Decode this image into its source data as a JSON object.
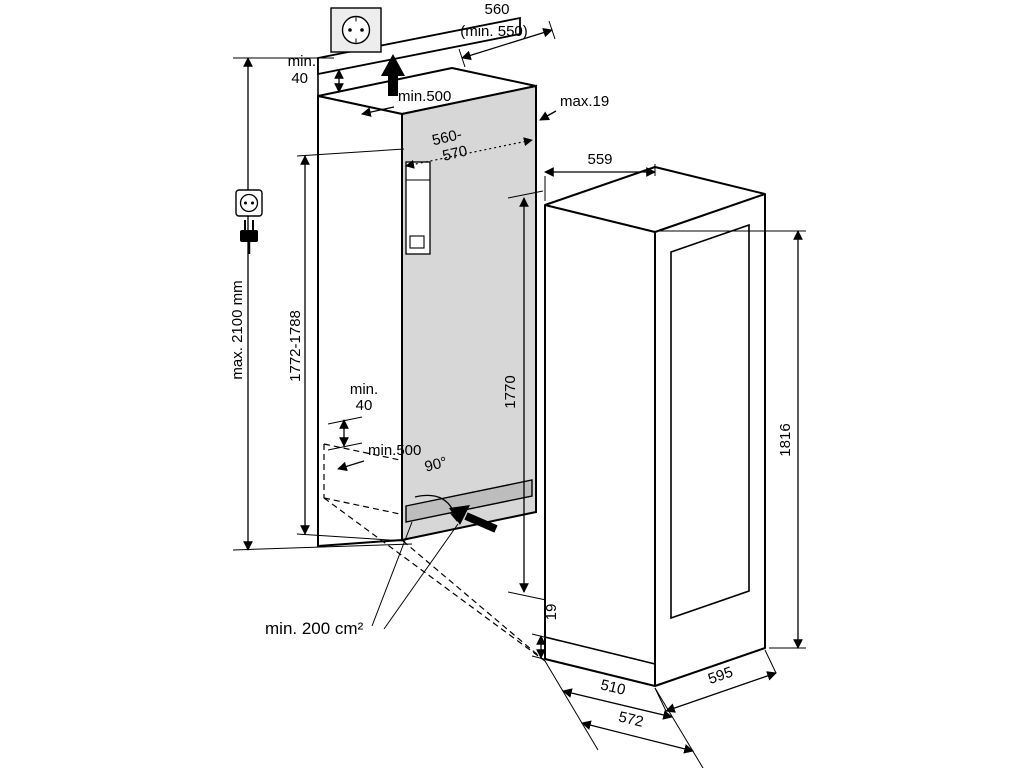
{
  "diagram": {
    "title": "Built-in appliance niche installation drawing",
    "colors": {
      "line": "#000000",
      "background": "#ffffff",
      "niche_opening_fill": "#d7d7d7",
      "vent_strip_fill": "#bdbdbd",
      "socket_fill": "#ededed"
    },
    "labels": {
      "top_depth_1": "560",
      "top_depth_2": "(min. 550)",
      "gap_top_1": "min.",
      "gap_top_2": "40",
      "vent_top": "min.500",
      "front_gap": "max.19",
      "niche_width_1": "560-",
      "niche_width_2": "570",
      "appliance_depth": "559",
      "ceiling_height": "max. 2100 mm",
      "niche_height": "1772-1788",
      "inner_height": "1770",
      "gap_bottom_1": "min.",
      "gap_bottom_2": "40",
      "vent_bottom": "min.500",
      "door_angle": "90°",
      "appliance_height": "1816",
      "base_gap": "19",
      "vent_area": "min. 200 cm²",
      "depth_without_door": "510",
      "width_bottom": "595",
      "depth_with_door": "572"
    }
  }
}
